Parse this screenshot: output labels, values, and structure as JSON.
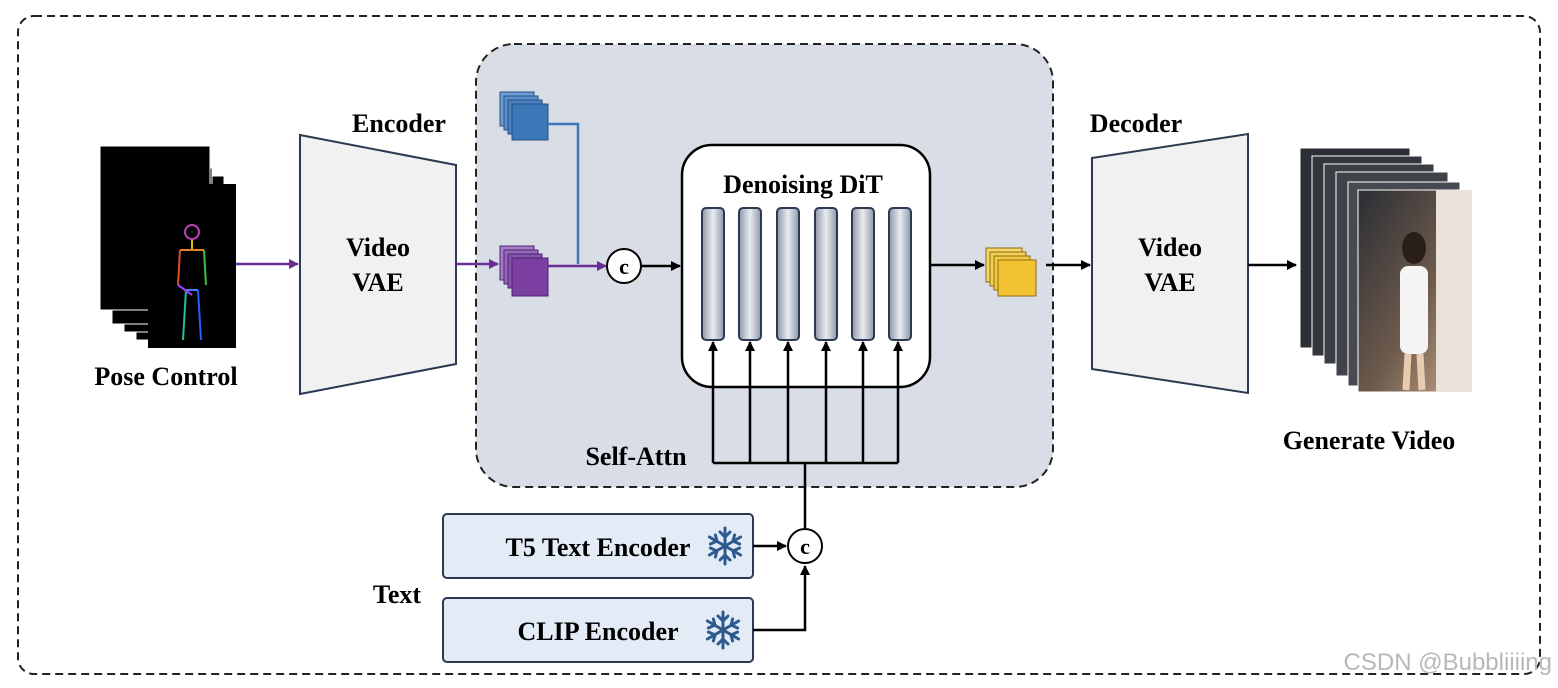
{
  "labels": {
    "encoder": "Encoder",
    "decoder": "Decoder",
    "encoder_vae_line1": "Video",
    "encoder_vae_line2": "VAE",
    "decoder_vae_line1": "Video",
    "decoder_vae_line2": "VAE",
    "pose_control": "Pose Control",
    "denoising_dit": "Denoising DiT",
    "self_attn": "Self-Attn",
    "generate_video": "Generate Video",
    "text": "Text",
    "t5_encoder": "T5 Text Encoder",
    "clip_encoder": "CLIP Encoder",
    "concat_top": "c",
    "concat_bottom": "c"
  },
  "watermark": "CSDN @Bubbliiiing",
  "icons": {
    "frozen": "snowflake-icon"
  },
  "colors": {
    "latent_blue": "#3a78b8",
    "latent_purple": "#7a3fa0",
    "latent_output": "#f2c232",
    "dit_region_fill": "#d9dde6",
    "encoder_box_fill": "#e3ecf6",
    "vae_fill": "#f1f1f1",
    "pose_arrow": "#6a2f97",
    "snowflake": "#2d5a8e"
  }
}
